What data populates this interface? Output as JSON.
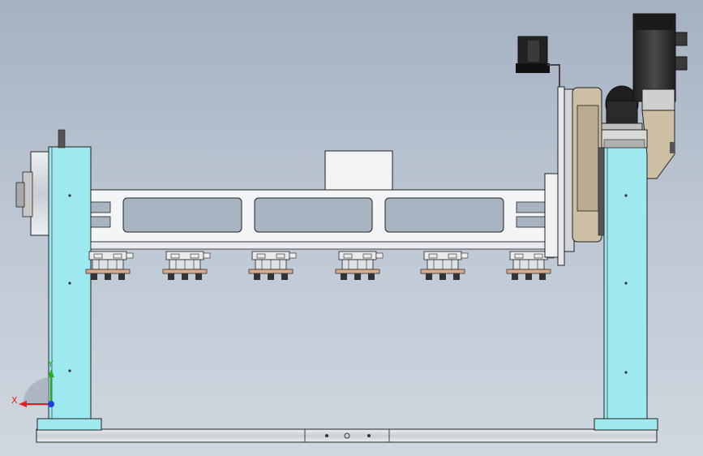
{
  "viewport": {
    "background_top": "#a4b1c2",
    "background_bottom": "#cfd7e0"
  },
  "model": {
    "pillar_color": "#9ee8ef",
    "steel_color": "#d4d8dd",
    "motor_color": "#2f2f2f",
    "bronze_color": "#c8b89a",
    "gripper_count": 6
  },
  "triad": {
    "x_label": "X",
    "y_label": "Y",
    "x_color": "#e02020",
    "y_color": "#20b020",
    "z_color": "#2040e0"
  }
}
